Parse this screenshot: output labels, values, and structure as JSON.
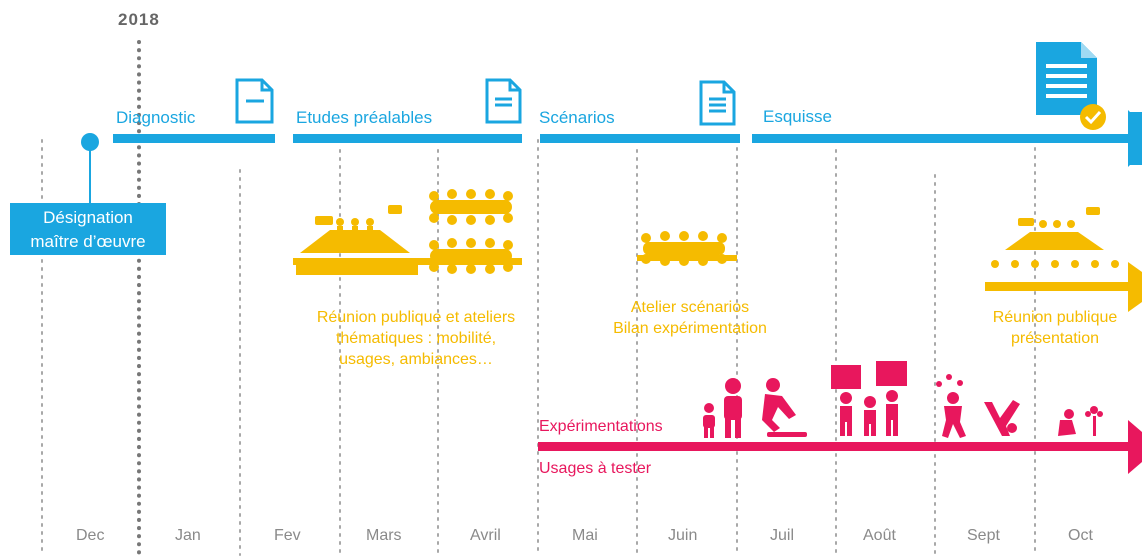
{
  "year": "2018",
  "designation": {
    "line1": "Désignation",
    "line2": "maître d’œuvre"
  },
  "phases": [
    "Diagnostic",
    "Etudes préalables",
    "Scénarios",
    "Esquisse"
  ],
  "events": {
    "meeting1": [
      "Réunion publique et ateliers",
      "thématiques : mobilité,",
      "usages, ambiances…"
    ],
    "workshop": [
      "Atelier scénarios",
      "Bilan expérimentation"
    ],
    "meeting2": [
      "Réunion publique",
      "présentation"
    ]
  },
  "experiments": {
    "label": "Expérimentations",
    "sublabel": "Usages à tester"
  },
  "months": [
    "Dec",
    "Jan",
    "Fev",
    "Mars",
    "Avril",
    "Mai",
    "Juin",
    "Juil",
    "Août",
    "Sept",
    "Oct"
  ],
  "colors": {
    "blue": "#1aa6e0",
    "gold": "#f5bb00",
    "pink": "#e8175d",
    "grid": "#a8a8a8",
    "check": "#f5bb00"
  },
  "icons": [
    "document-icon",
    "checked-document-icon",
    "meeting-icon",
    "workshop-table-icon",
    "family-icon",
    "skateboarder-icon",
    "protest-icon",
    "juggler-icon",
    "dancer-icon",
    "gardener-icon"
  ]
}
